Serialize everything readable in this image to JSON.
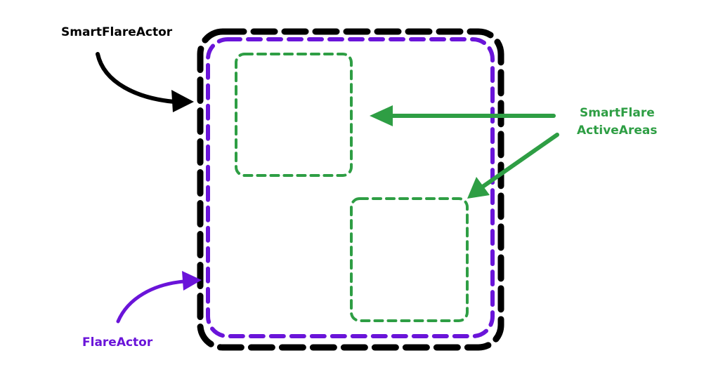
{
  "labels": {
    "smart_flare_actor": "SmartFlareActor",
    "smart_flare_active_areas_line1": "SmartFlare",
    "smart_flare_active_areas_line2": "ActiveAreas",
    "flare_actor": "FlareActor"
  },
  "colors": {
    "smart_flare_actor": "#000000",
    "flare_actor": "#6a14d9",
    "active_areas": "#2e9e44",
    "background": "#ffffff"
  }
}
